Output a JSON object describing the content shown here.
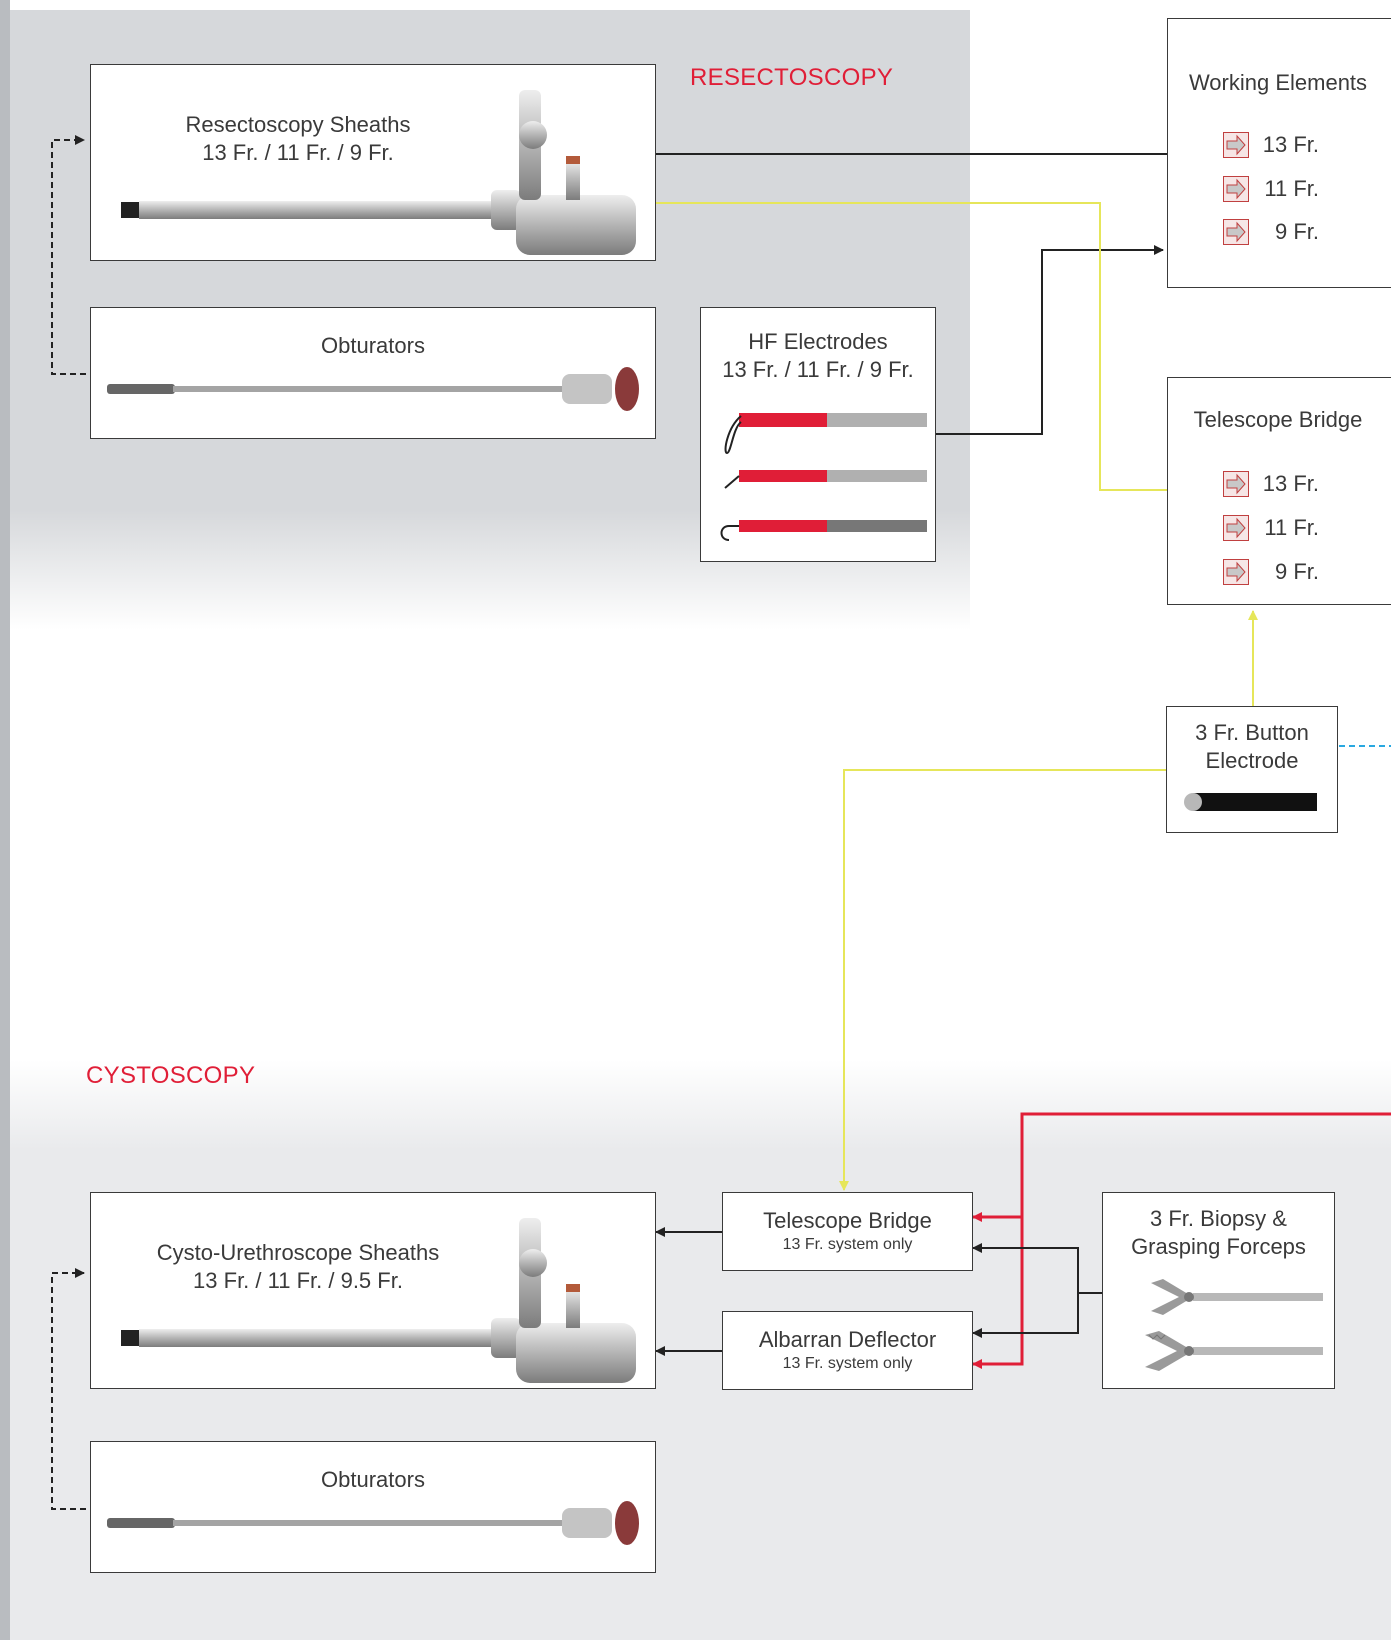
{
  "sections": {
    "resectoscopy": "RESECTOSCOPY",
    "cystoscopy": "CYSTOSCOPY"
  },
  "boxes": {
    "resectoscopy_sheaths": {
      "title": "Resectoscopy Sheaths",
      "sizes": "13 Fr. / 11 Fr. / 9 Fr."
    },
    "obturators_top": {
      "title": "Obturators"
    },
    "hf_electrodes": {
      "title": "HF Electrodes",
      "sizes": "13 Fr. / 11 Fr. / 9 Fr."
    },
    "working_elements": {
      "title": "Working Elements",
      "sizes": [
        "13 Fr.",
        "11 Fr.",
        "9 Fr."
      ]
    },
    "telescope_bridge_top": {
      "title": "Telescope Bridge",
      "sizes": [
        "13 Fr.",
        "11 Fr.",
        "9 Fr."
      ]
    },
    "button_electrode": {
      "title_line1": "3 Fr. Button",
      "title_line2": "Electrode"
    },
    "cysto_sheaths": {
      "title": "Cysto-Urethroscope Sheaths",
      "sizes": "13 Fr. / 11 Fr. / 9.5 Fr."
    },
    "obturators_bottom": {
      "title": "Obturators"
    },
    "telescope_bridge_bottom": {
      "title": "Telescope Bridge",
      "note": "13 Fr. system only"
    },
    "albarran_deflector": {
      "title": "Albarran Deflector",
      "note": "13 Fr. system only"
    },
    "biopsy_forceps": {
      "title_line1": "3 Fr. Biopsy &",
      "title_line2": "Grasping Forceps"
    }
  },
  "colors": {
    "accent_red": "#e01e37",
    "connector_yellow": "#e6e65a",
    "connector_black": "#222222",
    "connector_blue": "#29a8e0",
    "resectoscopy_background": "#d6d8db",
    "cystoscopy_background": "#e9eaec"
  },
  "icons": {
    "size_marker": "right-arrow-icon"
  }
}
